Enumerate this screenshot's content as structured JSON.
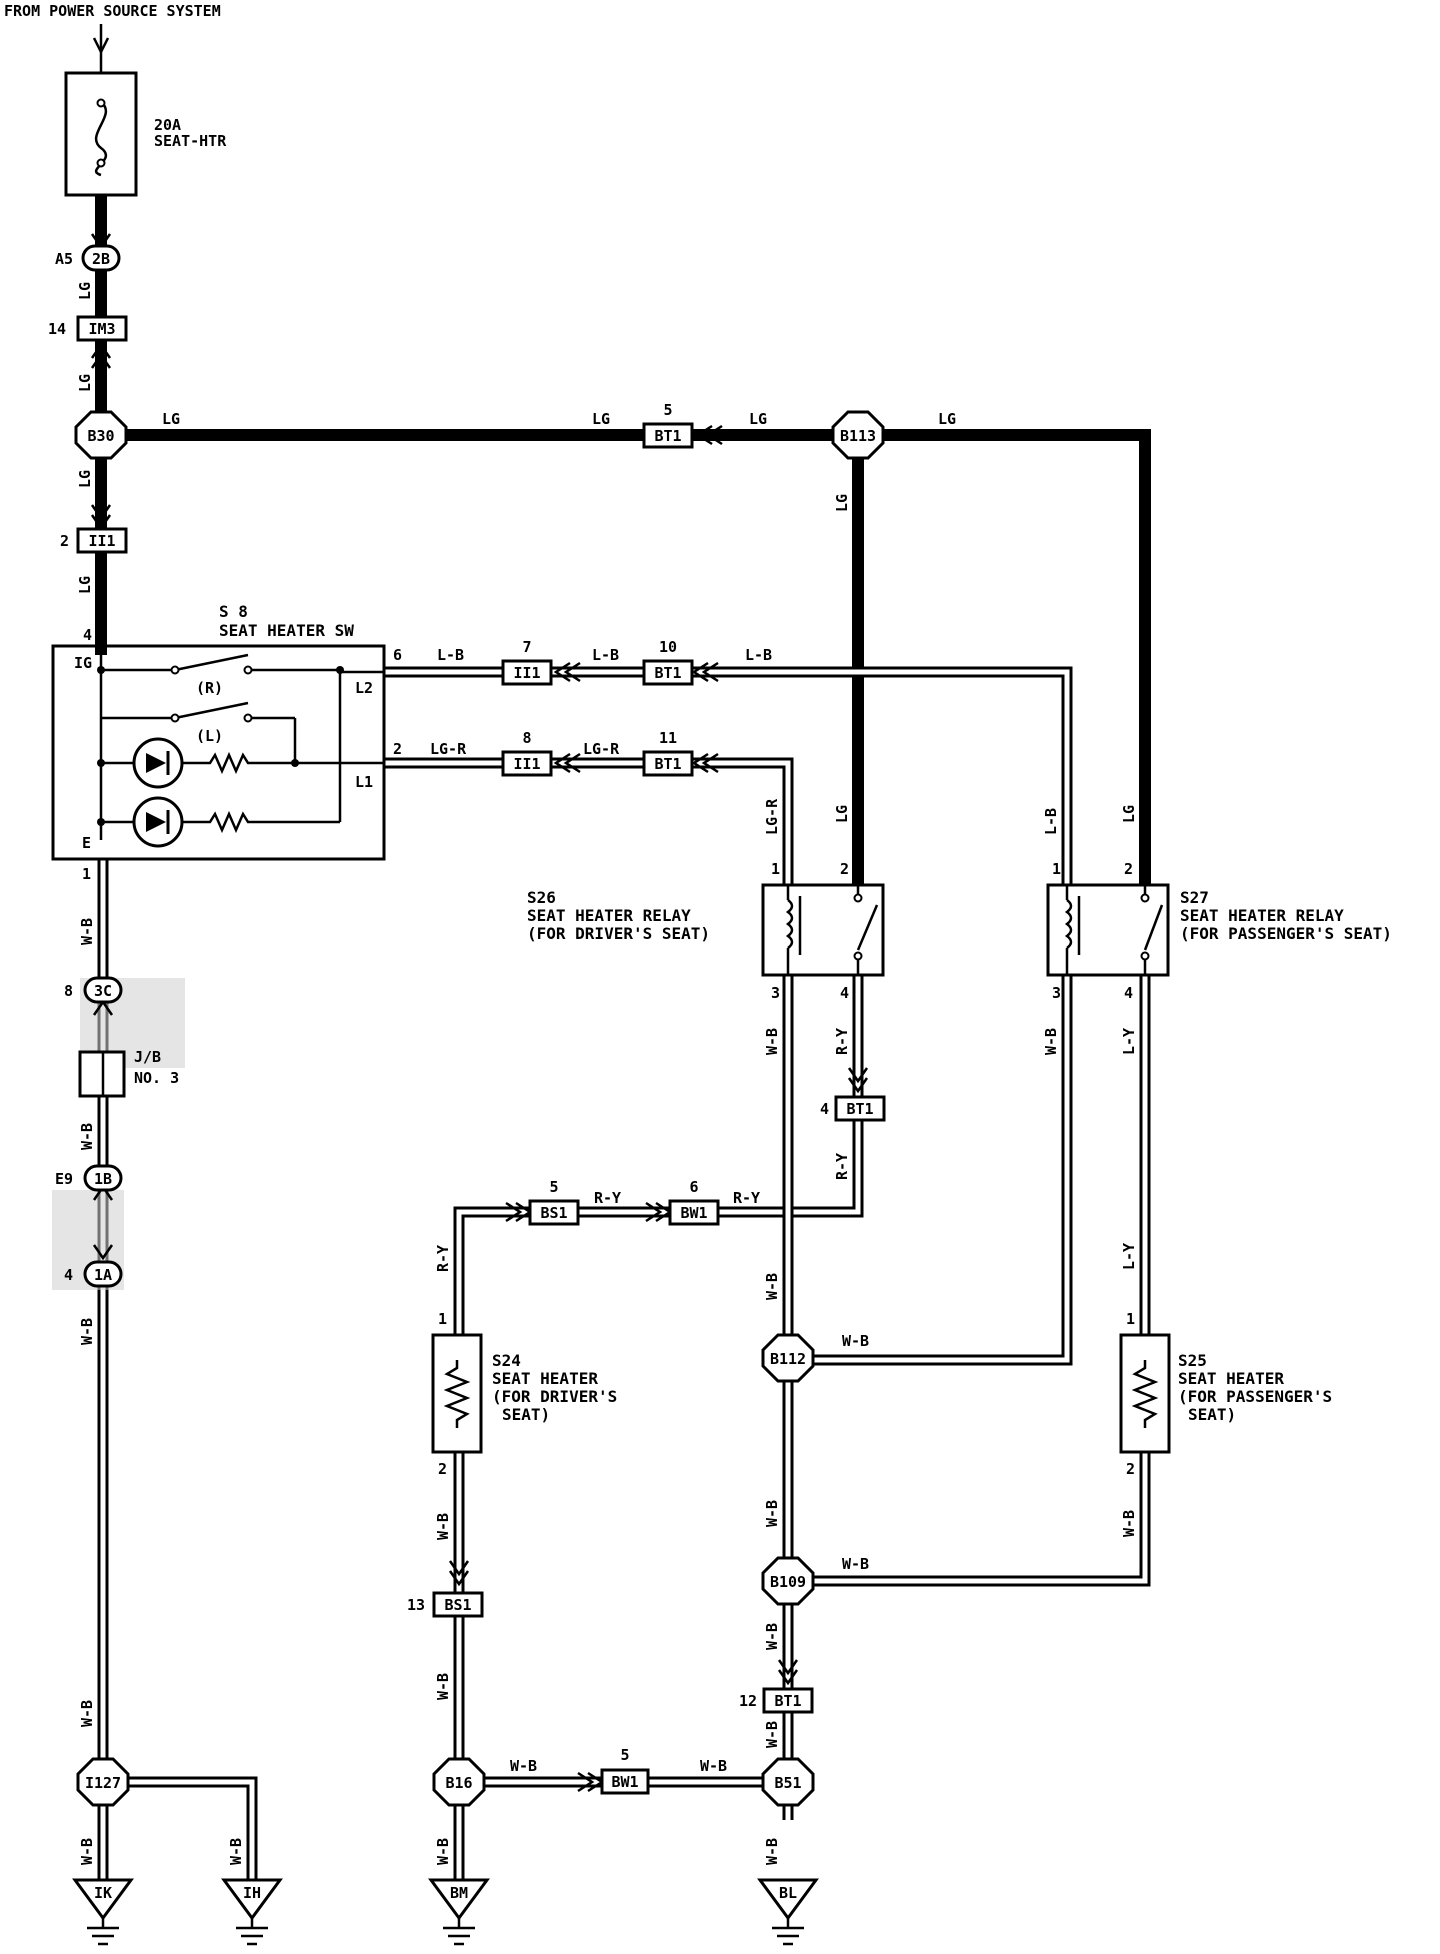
{
  "header": {
    "source": "FROM POWER SOURCE SYSTEM"
  },
  "fuse": {
    "rating": "20A",
    "name": "SEAT-HTR"
  },
  "connectors": {
    "a5": "A5",
    "c2b": "2B",
    "pin14": "14",
    "im3": "IM3",
    "b30": "B30",
    "pin2": "2",
    "ii1_top": "II1",
    "bt1_5_pin": "5",
    "bt1_5": "BT1",
    "b113": "B113",
    "ii1_7_pin": "7",
    "ii1_7": "II1",
    "bt1_10_pin": "10",
    "bt1_10": "BT1",
    "ii1_8_pin": "8",
    "ii1_8": "II1",
    "bt1_11_pin": "11",
    "bt1_11": "BT1",
    "bt1_4_pin": "4",
    "bt1_4": "BT1",
    "bs1_5_pin": "5",
    "bs1_5": "BS1",
    "bw1_6_pin": "6",
    "bw1_6": "BW1",
    "c3c_pin": "8",
    "c3c": "3C",
    "e9": "E9",
    "c1b": "1B",
    "c1a_pin": "4",
    "c1a": "1A",
    "b112": "B112",
    "b109": "B109",
    "bs1_13_pin": "13",
    "bs1_13": "BS1",
    "bt1_12_pin": "12",
    "bt1_12": "BT1",
    "i127": "I127",
    "b16": "B16",
    "bw1_5_pin": "5",
    "bw1_5": "BW1",
    "b51": "B51"
  },
  "grounds": {
    "ik": "IK",
    "ih": "IH",
    "bm": "BM",
    "bl": "BL"
  },
  "jb": {
    "line1": "J/B",
    "line2": "NO. 3"
  },
  "switch": {
    "id": "S 8",
    "name": "SEAT HEATER SW",
    "pin4": "4",
    "pin6": "6",
    "pin2": "2",
    "pin1": "1",
    "ig": "IG",
    "l2": "L2",
    "l1": "L1",
    "e": "E",
    "r": "(R)",
    "l": "(L)"
  },
  "relay_driver": {
    "id": "S26",
    "name": "SEAT HEATER RELAY",
    "sub": "(FOR DRIVER'S SEAT)",
    "pin1": "1",
    "pin2": "2",
    "pin3": "3",
    "pin4": "4"
  },
  "relay_passenger": {
    "id": "S27",
    "name": "SEAT HEATER RELAY",
    "sub": "(FOR PASSENGER'S SEAT)",
    "pin1": "1",
    "pin2": "2",
    "pin3": "3",
    "pin4": "4"
  },
  "heater_driver": {
    "id": "S24",
    "name": "SEAT HEATER",
    "sub1": "(FOR DRIVER'S",
    "sub2": "SEAT)",
    "pin1": "1",
    "pin2": "2"
  },
  "heater_passenger": {
    "id": "S25",
    "name": "SEAT HEATER",
    "sub1": "(FOR PASSENGER'S",
    "sub2": "SEAT)",
    "pin1": "1",
    "pin2": "2"
  },
  "wires": {
    "lg": "LG",
    "lb": "L-B",
    "lgr": "LG-R",
    "wb": "W-B",
    "ry": "R-Y",
    "ly": "L-Y"
  }
}
